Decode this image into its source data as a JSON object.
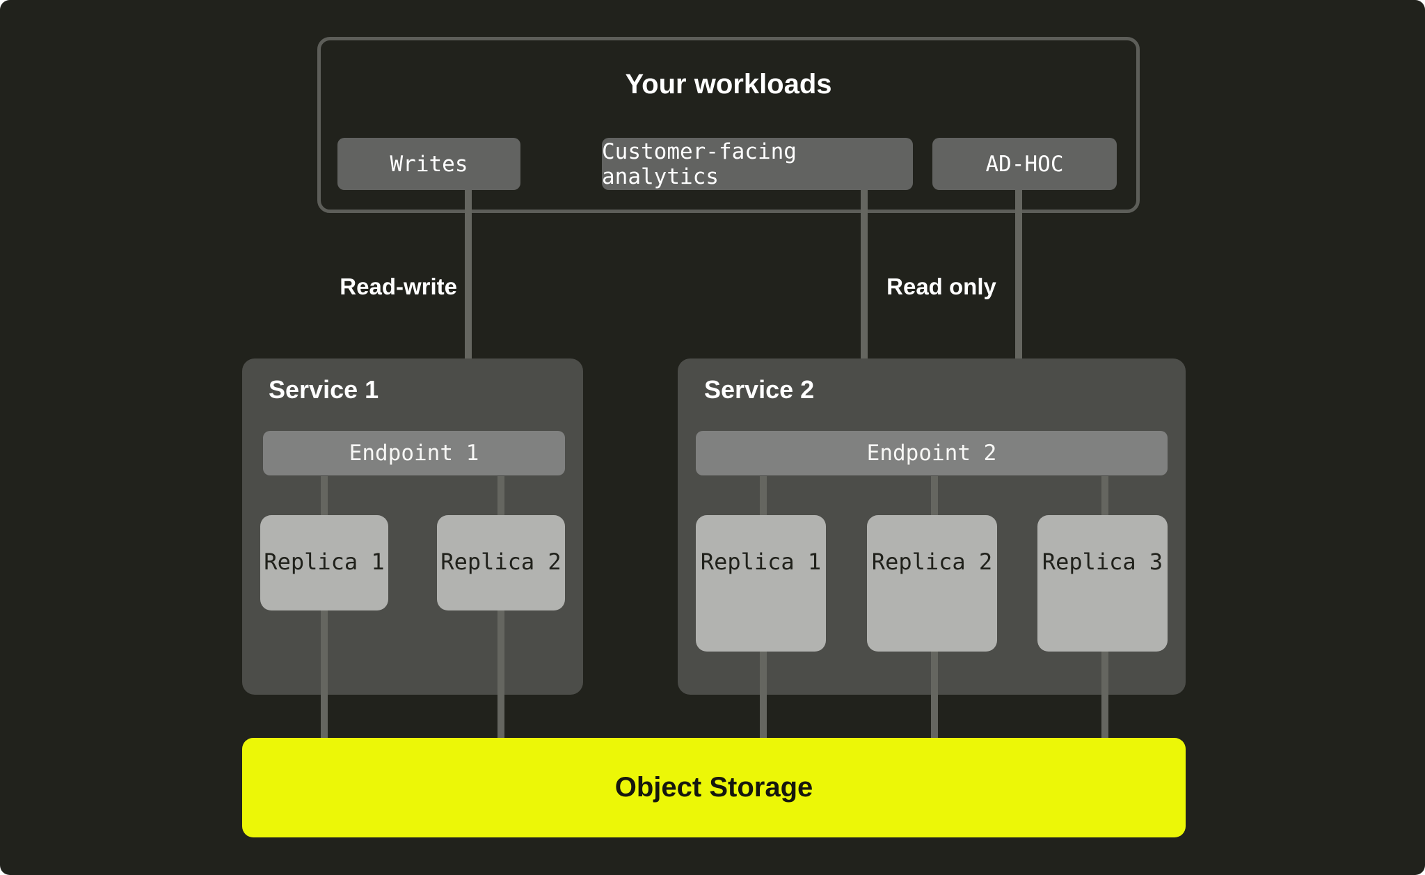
{
  "colors": {
    "canvas_bg": "#21221c",
    "panel_bg": "#4c4d49",
    "endpoint_bg": "#808180",
    "replica_bg": "#b2b3b0",
    "chip_bg": "#626361",
    "line": "#656660",
    "storage_accent": "#ecf707"
  },
  "workloads": {
    "title": "Your workloads",
    "items": [
      {
        "label": "Writes"
      },
      {
        "label": "Customer-facing analytics"
      },
      {
        "label": "AD-HOC"
      }
    ]
  },
  "edges": {
    "read_write_label": "Read-write",
    "read_only_label": "Read only"
  },
  "services": [
    {
      "title": "Service 1",
      "endpoint": "Endpoint 1",
      "replicas": [
        "Replica 1",
        "Replica 2"
      ]
    },
    {
      "title": "Service 2",
      "endpoint": "Endpoint 2",
      "replicas": [
        "Replica 1",
        "Replica 2",
        "Replica 3"
      ]
    }
  ],
  "storage": {
    "label": "Object Storage"
  }
}
